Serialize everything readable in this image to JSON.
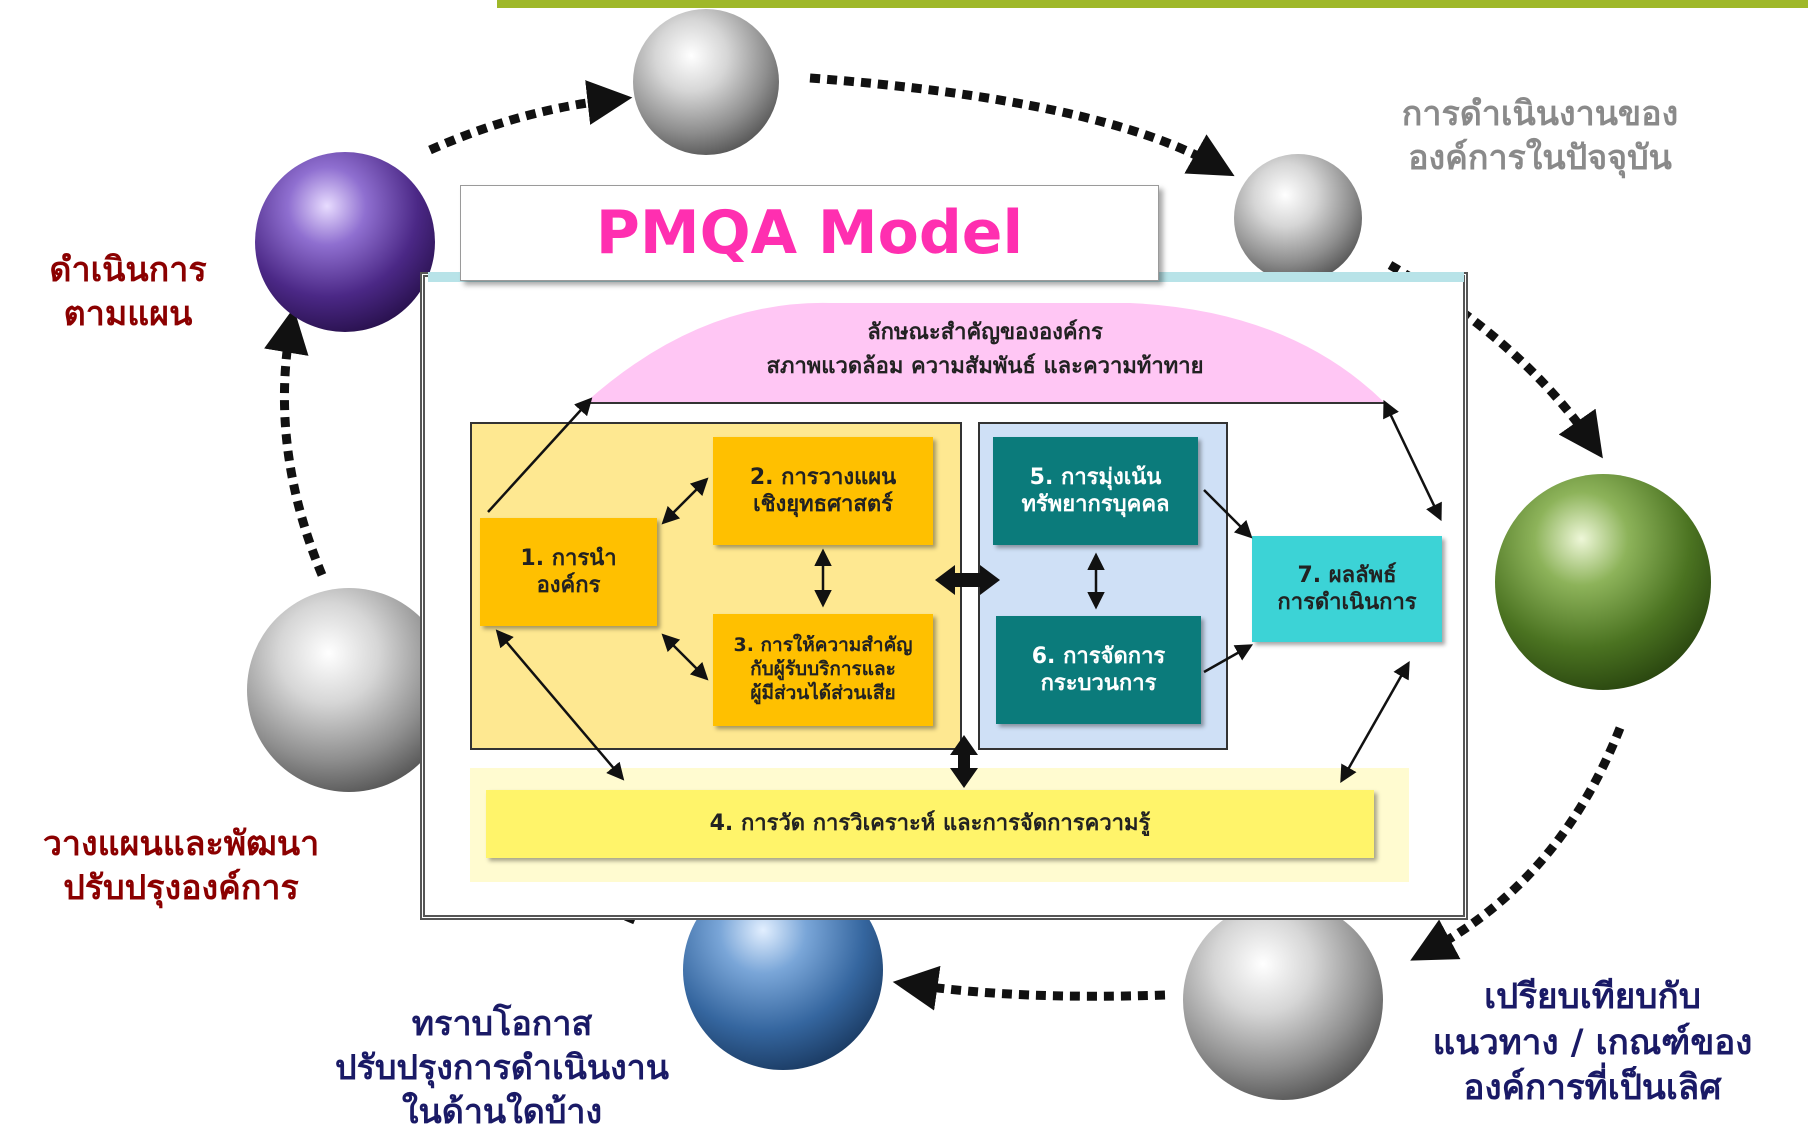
{
  "title": "PMQA Model",
  "profile": {
    "line1": "ลักษณะสำคัญขององค์กร",
    "line2": "สภาพแวดล้อม ความสัมพันธ์ และความท้าทาย"
  },
  "categories": {
    "c1": {
      "line1": "1. การนำ",
      "line2": "องค์กร"
    },
    "c2": {
      "line1": "2. การวางแผน",
      "line2": "เชิงยุทธศาสตร์"
    },
    "c3": {
      "line1": "3. การให้ความสำคัญ",
      "line2": "กับผู้รับบริการและ",
      "line3": "ผู้มีส่วนได้ส่วนเสีย"
    },
    "c4": {
      "label": "4. การวัด การวิเคราะห์ และการจัดการความรู้"
    },
    "c5": {
      "line1": "5. การมุ่งเน้น",
      "line2": "ทรัพยากรบุคคล"
    },
    "c6": {
      "line1": "6. การจัดการ",
      "line2": "กระบวนการ"
    },
    "c7": {
      "line1": "7. ผลลัพธ์",
      "line2": "การดำเนินการ"
    }
  },
  "cycle_labels": {
    "current_ops": {
      "line1": "การดำเนินงานของ",
      "line2": "องค์การในปัจจุบัน"
    },
    "compare": {
      "line1": "เปรียบเทียบกับ",
      "line2": "แนวทาง / เกณฑ์ของ",
      "line3": "องค์การที่เป็นเลิศ"
    },
    "opportunity": {
      "line1": "ทราบโอกาส",
      "line2": "ปรับปรุงการดำเนินงาน",
      "line3": "ในด้านใดบ้าง"
    },
    "plan": {
      "line1": "วางแผนและพัฒนา",
      "line2": "ปรับปรุงองค์การ"
    },
    "implement": {
      "line1": "ดำเนินการ",
      "line2": "ตามแผน"
    }
  },
  "colors": {
    "title_pink": "#ff2fb0",
    "label_dark_red": "#8b0000",
    "label_navy": "#1a1a66",
    "label_gray": "#8a8a8a",
    "top_bar": "#9fb829",
    "sphere_purple": "#5b3a9a",
    "sphere_green": "#4e7a1e",
    "sphere_blue": "#3a6ea8",
    "sphere_silver": "#9a9a9a"
  }
}
